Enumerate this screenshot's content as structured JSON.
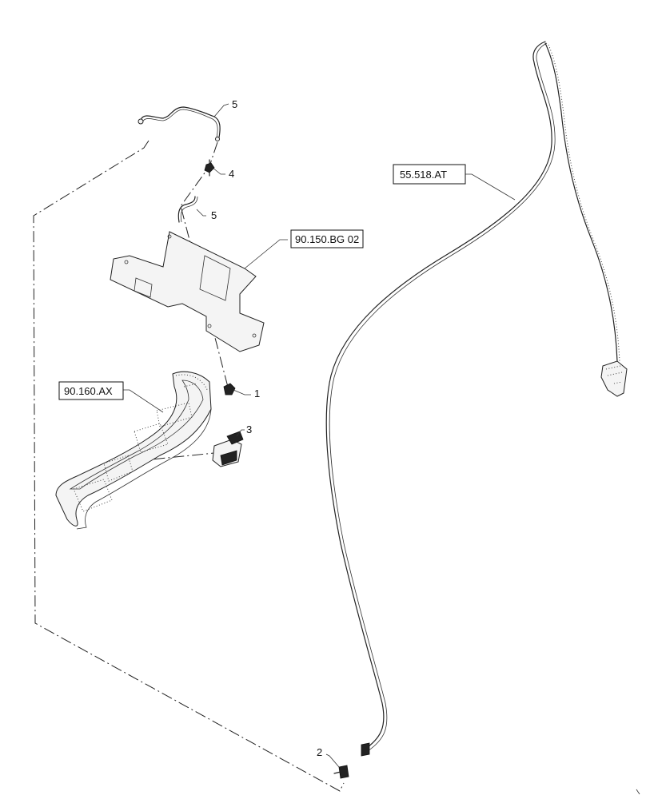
{
  "callouts": {
    "item1": "1",
    "item2": "2",
    "item3": "3",
    "item4": "4",
    "item5_top": "5",
    "item5_lower": "5"
  },
  "references": {
    "bracket_ref": "90.150.BG 02",
    "panel_ref": "90.160.AX",
    "harness_ref": "55.518.AT"
  }
}
